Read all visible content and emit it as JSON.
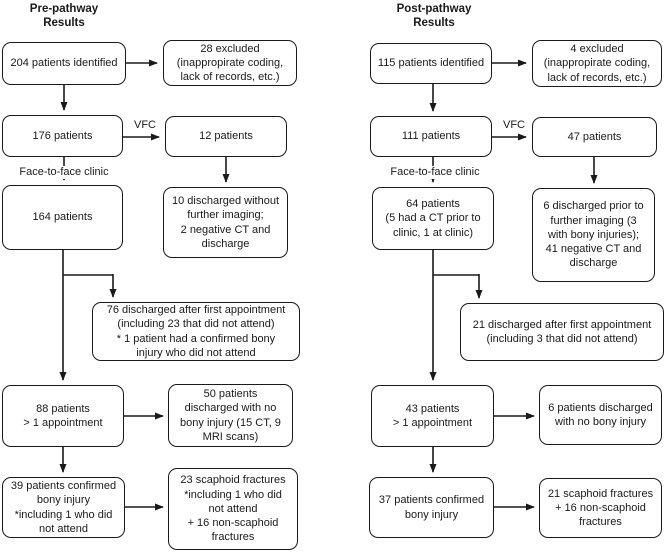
{
  "colors": {
    "line": "#1a1a1a",
    "text": "#1a1a1a",
    "box_background": "#ffffff",
    "page_background": "#ffffff"
  },
  "pre": {
    "title": "Pre-pathway\nResults",
    "vfc_label": "VFC",
    "f2f_label": "Face-to-face clinic",
    "nodes": {
      "identified": "204 patients identified",
      "excluded": "28 excluded\n(inappropirate coding,\nlack of records, etc.)",
      "after_vfc": "176 patients",
      "vfc_patients": "12 patients",
      "f2f_patients": "164 patients",
      "vfc_outcome": "10 discharged without\nfurther imaging;\n2 negative CT and\ndischarge",
      "discharged_first": "76 discharged after first appointment\n(including 23 that did not attend)\n* 1 patient had a confirmed bony\ninjury who did not attend",
      "multi_appointment": "88 patients\n> 1 appointment",
      "no_bony_injury": "50 patients\ndischarged with no\nbony injury (15 CT, 9\nMRI scans)",
      "confirmed_injury": "39 patients confirmed\nbony injury\n*including 1 who did\nnot attend",
      "fractures": "23 scaphoid fractures\n*including 1 who did\nnot attend\n+ 16 non-scaphoid\nfractures"
    }
  },
  "post": {
    "title": "Post-pathway\nResults",
    "vfc_label": "VFC",
    "f2f_label": "Face-to-face clinic",
    "nodes": {
      "identified": "115 patients identified",
      "excluded": "4 excluded\n(inappropirate coding,\nlack of records, etc.)",
      "after_vfc": "111 patients",
      "vfc_patients": "47 patients",
      "f2f_patients": "64 patients\n(5 had a CT prior to\nclinic, 1 at clinic)",
      "vfc_outcome": "6 discharged prior to\nfurther imaging (3\nwith bony injuries);\n41 negative CT and\ndischarge",
      "discharged_first": "21 discharged after first appointment\n(including 3 that did not attend)",
      "multi_appointment": "43 patients\n> 1 appointment",
      "no_bony_injury": "6 patients discharged\nwith no bony injury",
      "confirmed_injury": "37 patients confirmed\nbony injury",
      "fractures": "21 scaphoid fractures\n+ 16 non-scaphoid\nfractures"
    }
  }
}
